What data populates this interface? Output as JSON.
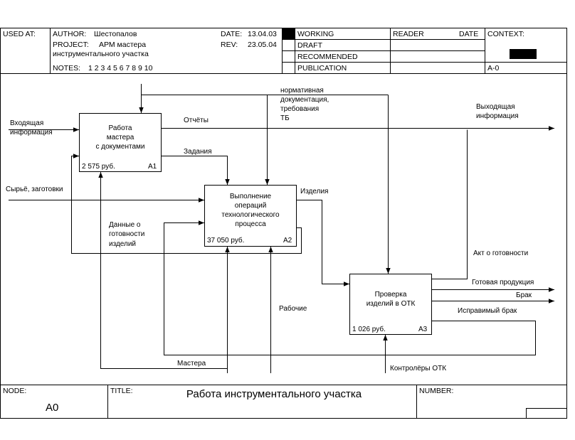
{
  "header": {
    "used_at": "USED AT:",
    "author_label": "AUTHOR:",
    "author": "Шестопалов",
    "project_label": "PROJECT:",
    "project_line1": "АРМ мастера",
    "project_line2": "инструментального участка",
    "notes_label": "NOTES:",
    "notes": "1 2 3 4 5 6 7 8 9 10",
    "date_label": "DATE:",
    "date": "13.04.03",
    "rev_label": "REV:",
    "rev": "23.05.04",
    "status": [
      "WORKING",
      "DRAFT",
      "RECOMMENDED",
      "PUBLICATION"
    ],
    "reader_label": "READER",
    "reader_date_label": "DATE",
    "context_label": "CONTEXT:",
    "context_node": "A-0"
  },
  "boxes": [
    {
      "id": "A1",
      "line1": "Работа",
      "line2": "мастера",
      "line3": "с документами",
      "cost": "2 575 руб.",
      "num": "A1"
    },
    {
      "id": "A2",
      "line1": "Выполнение",
      "line2": "операций",
      "line3": "технологического",
      "line4": "процесса",
      "cost": "37 050 руб.",
      "num": "A2"
    },
    {
      "id": "A3",
      "line1": "Проверка",
      "line2": "изделий в ОТК",
      "cost": "1 026 руб.",
      "num": "A3"
    }
  ],
  "arrows": {
    "input_info_1": "Входящая",
    "input_info_2": "информация",
    "reports": "Отчёты",
    "tasks": "Задания",
    "norm_1": "нормативная",
    "norm_2": "документация,",
    "norm_3": "требования",
    "norm_4": "ТБ",
    "output_info_1": "Выходящая",
    "output_info_2": "информация",
    "raw": "Сырьё, заготовки",
    "products": "Изделия",
    "ready_data_1": "Данные о",
    "ready_data_2": "готовности",
    "ready_data_3": "изделий",
    "ready_act": "Акт о готовности",
    "finished": "Готовая продукция",
    "defect": "Брак",
    "fixable": "Исправимый брак",
    "workers": "Рабочие",
    "masters": "Мастера",
    "otk": "Контролёры ОТК"
  },
  "footer": {
    "node_label": "NODE:",
    "node": "A0",
    "title_label": "TITLE:",
    "title": "Работа инструментального участка",
    "number_label": "NUMBER:"
  }
}
